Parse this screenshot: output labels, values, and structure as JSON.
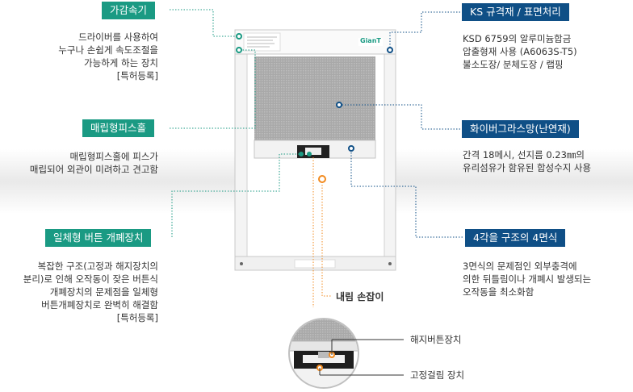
{
  "features": {
    "speed": {
      "title": "가감속기",
      "desc": [
        "드라이버를 사용하여",
        "누구나 손쉽게 속도조절을",
        "가능하게 하는 장치",
        "[특허등록]"
      ]
    },
    "pisshole": {
      "title": "매립형피스홀",
      "desc": [
        "매립형피스홀에 피스가",
        "매립되어 외관이 미려하고 견고함"
      ]
    },
    "button": {
      "title": "일체형 버튼 개폐장치",
      "desc": [
        "복잡한 구조(고정과 해지장치의",
        "분리)로 인해 오작동이 잦은 버튼식",
        "개폐장치의 문제점을 일체형",
        "버튼개폐장치로 완벽히 해결함",
        "[특허등록]"
      ]
    },
    "ks": {
      "title": "KS 규격재 / 표면처리",
      "desc": [
        "KSD 6759의 알루미늄합금",
        "압출형재 사용 (A6063S-T5)",
        "불소도장/ 분체도장 / 랩핑"
      ]
    },
    "fiber": {
      "title": "화이버그라스망(난연재)",
      "desc": [
        "간격 18메시, 선지름 0.23㎜의",
        "유리섬유가 함유된 합성수지 사용"
      ]
    },
    "frame": {
      "title": "4각을 구조의 4면식",
      "desc": [
        "3면식의 문제점인 외부충격에",
        "의한 뒤틀림이나 개폐시 발생되는",
        "오작동을 최소화함"
      ]
    }
  },
  "handle_label": "내림 손잡이",
  "release_label": "해지버튼장치",
  "lock_label": "고정걸림 장치",
  "brand": "GianT",
  "colors": {
    "green": "#1a9a83",
    "blue": "#0f4f86",
    "orange": "#f28a1e"
  }
}
